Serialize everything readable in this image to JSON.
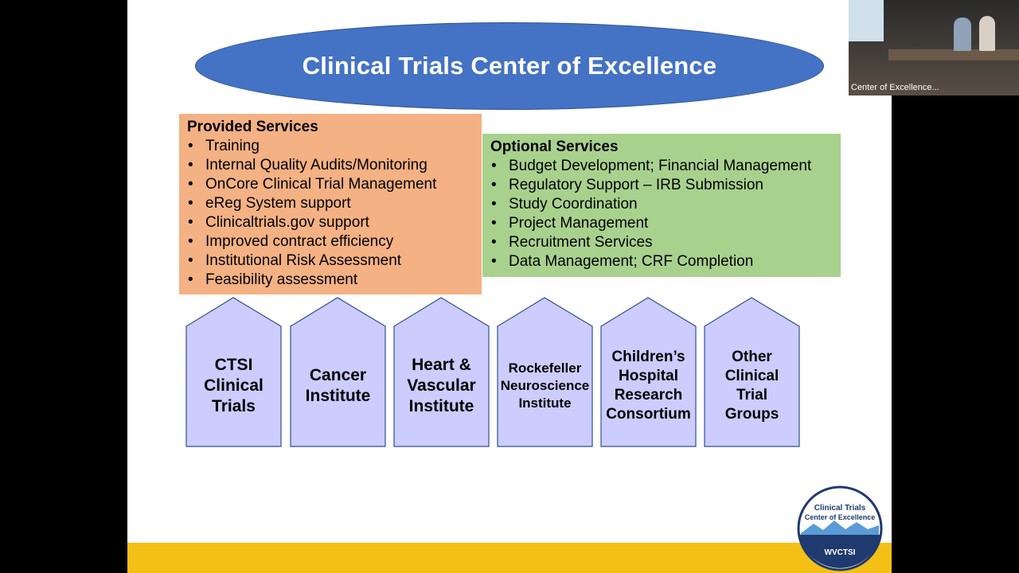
{
  "slide": {
    "title": "Clinical Trials Center of Excellence",
    "provided": {
      "heading": "Provided Services",
      "items": [
        "Training",
        "Internal Quality Audits/Monitoring",
        "OnCore Clinical Trial Management",
        "eReg System support",
        "Clinicaltrials.gov support",
        "Improved contract efficiency",
        "Institutional Risk Assessment",
        "Feasibility assessment"
      ]
    },
    "optional": {
      "heading": "Optional Services",
      "items": [
        "Budget Development; Financial Management",
        "Regulatory Support – IRB Submission",
        "Study Coordination",
        "Project Management",
        "Recruitment Services",
        "Data Management; CRF Completion"
      ]
    },
    "pillars": [
      {
        "lines": [
          "CTSI",
          "Clinical",
          "Trials"
        ]
      },
      {
        "lines": [
          "Cancer",
          "Institute"
        ]
      },
      {
        "lines": [
          "Heart &",
          "Vascular",
          "Institute"
        ]
      },
      {
        "lines": [
          "Rockefeller",
          "Neuroscience",
          "Institute"
        ]
      },
      {
        "lines": [
          "Children’s",
          "Hospital",
          "Research",
          "Consortium"
        ]
      },
      {
        "lines": [
          "Other",
          "Clinical",
          "Trial",
          "Groups"
        ]
      }
    ],
    "logo": {
      "line1": "Clinical Trials",
      "line2": "Center of Excellence",
      "org": "WVCTSI"
    }
  },
  "video": {
    "caption": "Center of Excellence..."
  },
  "colors": {
    "title_oval": "#4472c4",
    "provided_bg": "#f4b183",
    "optional_bg": "#a9d18e",
    "pillar_fill": "#ccccff",
    "pillar_stroke": "#2f528f",
    "bottom_bar": "#f5c016",
    "logo_navy": "#1f3a6e"
  }
}
